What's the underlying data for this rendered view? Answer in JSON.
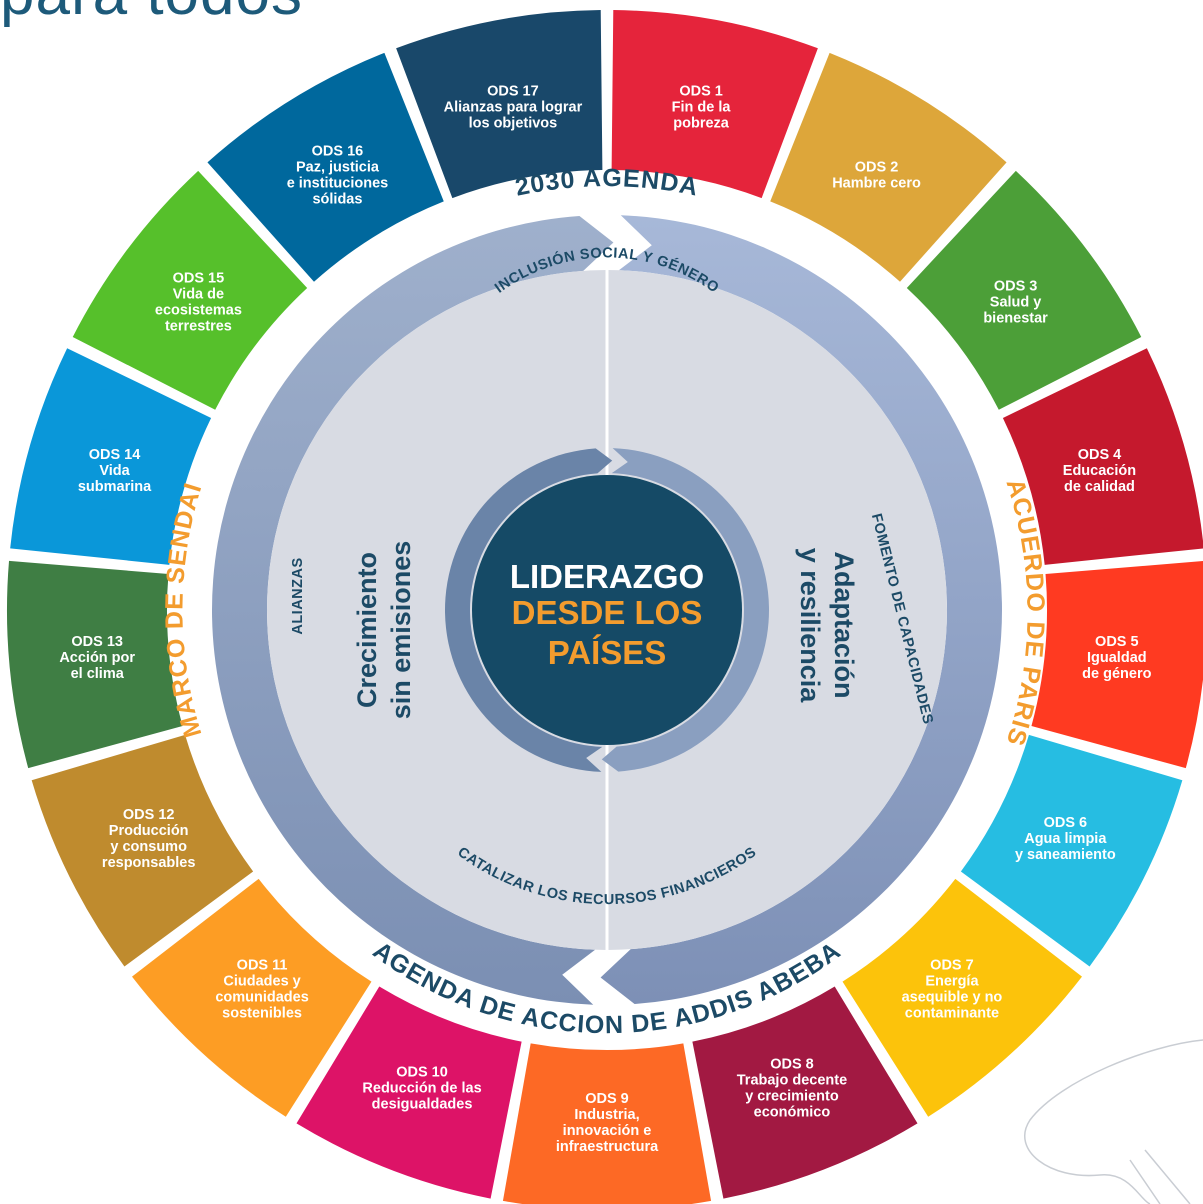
{
  "header": {
    "title": "para todos"
  },
  "center": {
    "line1": "LIDERAZGO",
    "line2": "DESDE LOS",
    "line3": "PAÍSES",
    "color_line1": "#ffffff",
    "color_accent": "#f39c2e",
    "bg": "#154a66"
  },
  "halves": {
    "left": {
      "line1": "Crecimiento",
      "line2": "sin emisiones"
    },
    "right": {
      "line1": "Adaptación",
      "line2": "y resiliencia"
    }
  },
  "inner_labels": {
    "top": "INCLUSIÓN SOCIAL Y GÉNERO",
    "bottom": "CATALIZAR LOS RECURSOS FINANCIEROS",
    "left": "ALIANZAS",
    "right": "FOMENTO DE CAPACIDADES"
  },
  "ring_labels": {
    "top": "2030 AGENDA",
    "bottom": "AGENDA DE ACCION DE ADDIS ABEBA",
    "left": "MARCO DE SENDAI",
    "right": "ACUERDO DE PARIS",
    "color_blue": "#1c4a66",
    "color_orange": "#f39c2e"
  },
  "segments": [
    {
      "lines": [
        "ODS 1",
        "Fin de la",
        "pobreza"
      ],
      "color": "#e5243b"
    },
    {
      "lines": [
        "ODS 2",
        "Hambre cero"
      ],
      "color": "#dda63a"
    },
    {
      "lines": [
        "ODS 3",
        "Salud y",
        "bienestar"
      ],
      "color": "#4c9f38"
    },
    {
      "lines": [
        "ODS 4",
        "Educación",
        "de calidad"
      ],
      "color": "#c5192d"
    },
    {
      "lines": [
        "ODS 5",
        "Igualdad",
        "de género"
      ],
      "color": "#ff3a21"
    },
    {
      "lines": [
        "ODS 6",
        "Agua limpia",
        "y saneamiento"
      ],
      "color": "#26bde2"
    },
    {
      "lines": [
        "ODS 7",
        "Energía",
        "asequible y no",
        "contaminante"
      ],
      "color": "#fcc30b"
    },
    {
      "lines": [
        "ODS 8",
        "Trabajo decente",
        "y crecimiento",
        "económico"
      ],
      "color": "#a21942"
    },
    {
      "lines": [
        "ODS 9",
        "Industria,",
        "innovación e",
        "infraestructura"
      ],
      "color": "#fd6925"
    },
    {
      "lines": [
        "ODS 10",
        "Reducción de las",
        "desigualdades"
      ],
      "color": "#dd1367"
    },
    {
      "lines": [
        "ODS 11",
        "Ciudades y",
        "comunidades",
        "sostenibles"
      ],
      "color": "#fd9d24"
    },
    {
      "lines": [
        "ODS 12",
        "Producción",
        "y consumo",
        "responsables"
      ],
      "color": "#bf8b2e"
    },
    {
      "lines": [
        "ODS 13",
        "Acción por",
        "el clima"
      ],
      "color": "#3f7e44"
    },
    {
      "lines": [
        "ODS 14",
        "Vida",
        "submarina"
      ],
      "color": "#0a97d9"
    },
    {
      "lines": [
        "ODS 15",
        "Vida de",
        "ecosistemas",
        "terrestres"
      ],
      "color": "#56c02b"
    },
    {
      "lines": [
        "ODS 16",
        "Paz, justicia",
        "e instituciones",
        "sólidas"
      ],
      "color": "#00689d"
    },
    {
      "lines": [
        "ODS 17",
        "Alianzas para lograr",
        "los objetivos"
      ],
      "color": "#19486a"
    }
  ]
}
